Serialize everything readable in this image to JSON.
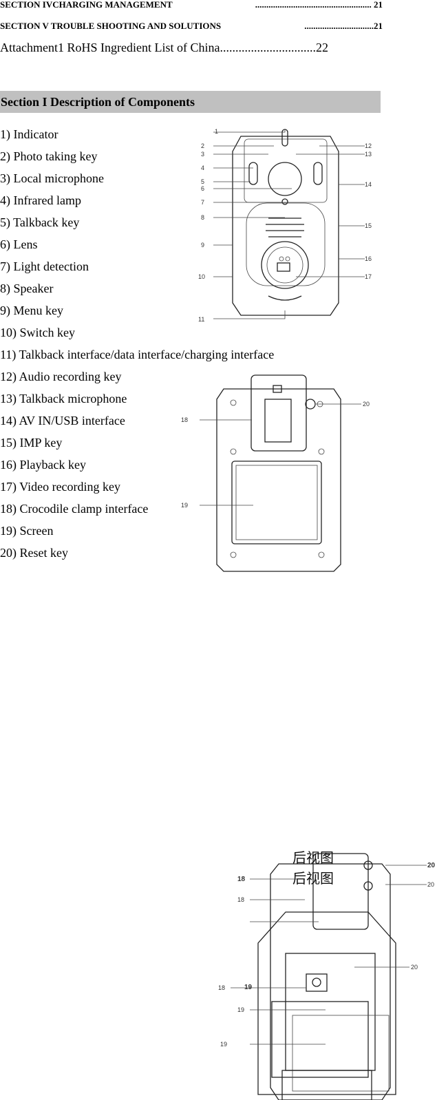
{
  "toc": [
    {
      "label": "SECTION IVCHARGING MANAGEMENT ",
      "dots": "....................................................",
      "page": "21"
    },
    {
      "label": "SECTION V TROUBLE SHOOTING AND SOLUTIONS",
      "dots": "...............................",
      "page": "21"
    },
    {
      "label": "Attachment1 RoHS Ingredient List of China",
      "dots": "...............................",
      "page": "22"
    }
  ],
  "section_title": "Section I    Description of Components",
  "components": [
    "1) Indicator",
    "2) Photo taking key",
    "3) Local microphone",
    "4) Infrared lamp",
    "5) Talkback key",
    "6) Lens",
    "7) Light detection",
    "8) Speaker",
    "9) Menu key",
    "10) Switch key",
    "11) Talkback interface/data interface/charging interface",
    "12) Audio recording key",
    "13) Talkback microphone",
    "14) AV IN/USB interface",
    "15) IMP key",
    "16) Playback key",
    "17) Video recording key",
    "18) Crocodile clamp interface",
    "19) Screen",
    "20) Reset key"
  ],
  "figure_front_labels": [
    "1",
    "2",
    "3",
    "4",
    "5",
    "6",
    "7",
    "8",
    "9",
    "10",
    "11",
    "12",
    "13",
    "14",
    "15",
    "16",
    "17"
  ],
  "figure_back_labels": [
    "18",
    "19",
    "20"
  ],
  "figure_overlay_labels": [
    "后视图",
    "后视图",
    "18",
    "18",
    "18",
    "19",
    "19",
    "19",
    "20",
    "20",
    "20"
  ]
}
